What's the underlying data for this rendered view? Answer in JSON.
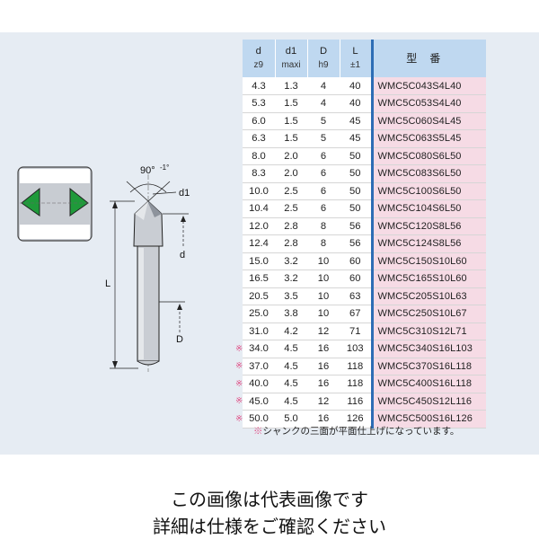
{
  "table": {
    "headers": [
      {
        "top": "d",
        "sub": "z9"
      },
      {
        "top": "d1",
        "sub": "maxi"
      },
      {
        "top": "D",
        "sub": "h9"
      },
      {
        "top": "L",
        "sub": "±1"
      }
    ],
    "model_header": "型番",
    "rows": [
      {
        "mark": "",
        "d": "4.3",
        "d1": "1.3",
        "D": "4",
        "L": "40",
        "model": "WMC5C043S4L40"
      },
      {
        "mark": "",
        "d": "5.3",
        "d1": "1.5",
        "D": "4",
        "L": "40",
        "model": "WMC5C053S4L40"
      },
      {
        "mark": "",
        "d": "6.0",
        "d1": "1.5",
        "D": "5",
        "L": "45",
        "model": "WMC5C060S4L45"
      },
      {
        "mark": "",
        "d": "6.3",
        "d1": "1.5",
        "D": "5",
        "L": "45",
        "model": "WMC5C063S5L45"
      },
      {
        "mark": "",
        "d": "8.0",
        "d1": "2.0",
        "D": "6",
        "L": "50",
        "model": "WMC5C080S6L50"
      },
      {
        "mark": "",
        "d": "8.3",
        "d1": "2.0",
        "D": "6",
        "L": "50",
        "model": "WMC5C083S6L50"
      },
      {
        "mark": "",
        "d": "10.0",
        "d1": "2.5",
        "D": "6",
        "L": "50",
        "model": "WMC5C100S6L50"
      },
      {
        "mark": "",
        "d": "10.4",
        "d1": "2.5",
        "D": "6",
        "L": "50",
        "model": "WMC5C104S6L50"
      },
      {
        "mark": "",
        "d": "12.0",
        "d1": "2.8",
        "D": "8",
        "L": "56",
        "model": "WMC5C120S8L56"
      },
      {
        "mark": "",
        "d": "12.4",
        "d1": "2.8",
        "D": "8",
        "L": "56",
        "model": "WMC5C124S8L56"
      },
      {
        "mark": "",
        "d": "15.0",
        "d1": "3.2",
        "D": "10",
        "L": "60",
        "model": "WMC5C150S10L60"
      },
      {
        "mark": "",
        "d": "16.5",
        "d1": "3.2",
        "D": "10",
        "L": "60",
        "model": "WMC5C165S10L60"
      },
      {
        "mark": "",
        "d": "20.5",
        "d1": "3.5",
        "D": "10",
        "L": "63",
        "model": "WMC5C205S10L63"
      },
      {
        "mark": "",
        "d": "25.0",
        "d1": "3.8",
        "D": "10",
        "L": "67",
        "model": "WMC5C250S10L67"
      },
      {
        "mark": "",
        "d": "31.0",
        "d1": "4.2",
        "D": "12",
        "L": "71",
        "model": "WMC5C310S12L71"
      },
      {
        "mark": "※",
        "d": "34.0",
        "d1": "4.5",
        "D": "16",
        "L": "103",
        "model": "WMC5C340S16L103"
      },
      {
        "mark": "※",
        "d": "37.0",
        "d1": "4.5",
        "D": "16",
        "L": "118",
        "model": "WMC5C370S16L118"
      },
      {
        "mark": "※",
        "d": "40.0",
        "d1": "4.5",
        "D": "16",
        "L": "118",
        "model": "WMC5C400S16L118"
      },
      {
        "mark": "※",
        "d": "45.0",
        "d1": "4.5",
        "D": "12",
        "L": "116",
        "model": "WMC5C450S12L116"
      },
      {
        "mark": "※",
        "d": "50.0",
        "d1": "5.0",
        "D": "16",
        "L": "126",
        "model": "WMC5C500S16L126"
      }
    ]
  },
  "note": {
    "mark": "※",
    "text": "シャンクの三面が平面仕上げになっています。"
  },
  "diagram": {
    "angle": "90°",
    "angle_tol": "-1°",
    "label_d1": "d1",
    "label_d": "d",
    "label_L": "L",
    "label_D": "D"
  },
  "caption": {
    "line1": "この画像は代表画像です",
    "line2": "詳細は仕様をご確認ください"
  },
  "colors": {
    "panel": "#e6ecf3",
    "header": "#bfd8f0",
    "model_cell": "#f6dbe5",
    "divider": "#2d6db5",
    "mark": "#e0558a",
    "cross_section": "#1f9a3a"
  }
}
